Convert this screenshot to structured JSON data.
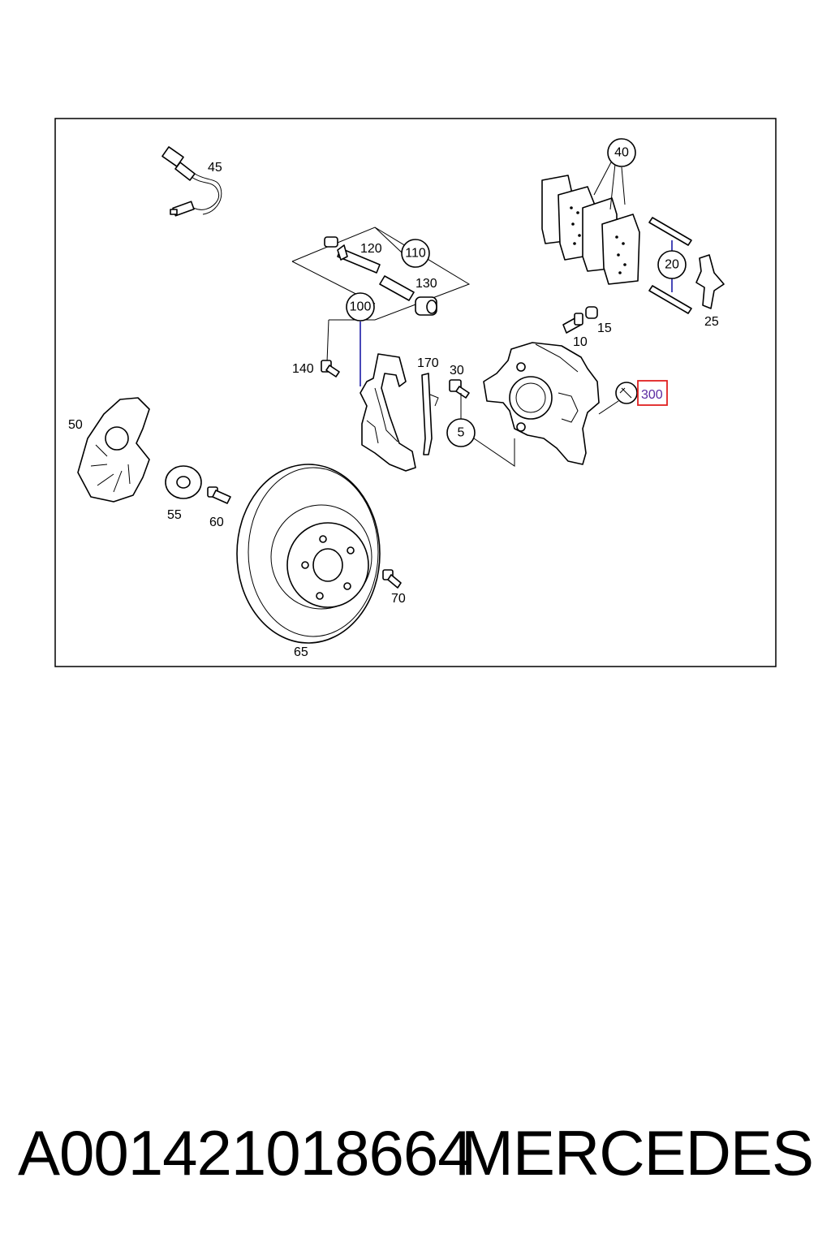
{
  "diagram": {
    "labels": {
      "l5": "5",
      "l10": "10",
      "l15": "15",
      "l20": "20",
      "l25": "25",
      "l30": "30",
      "l40": "40",
      "l45": "45",
      "l50": "50",
      "l55": "55",
      "l60": "60",
      "l65": "65",
      "l70": "70",
      "l100": "100",
      "l110": "110",
      "l120": "120",
      "l130": "130",
      "l140": "140",
      "l170": "170",
      "l300": "300"
    },
    "highlight_color": "#e02020"
  },
  "footer": {
    "part_number": "A001421018664",
    "brand": "MERCEDES"
  }
}
